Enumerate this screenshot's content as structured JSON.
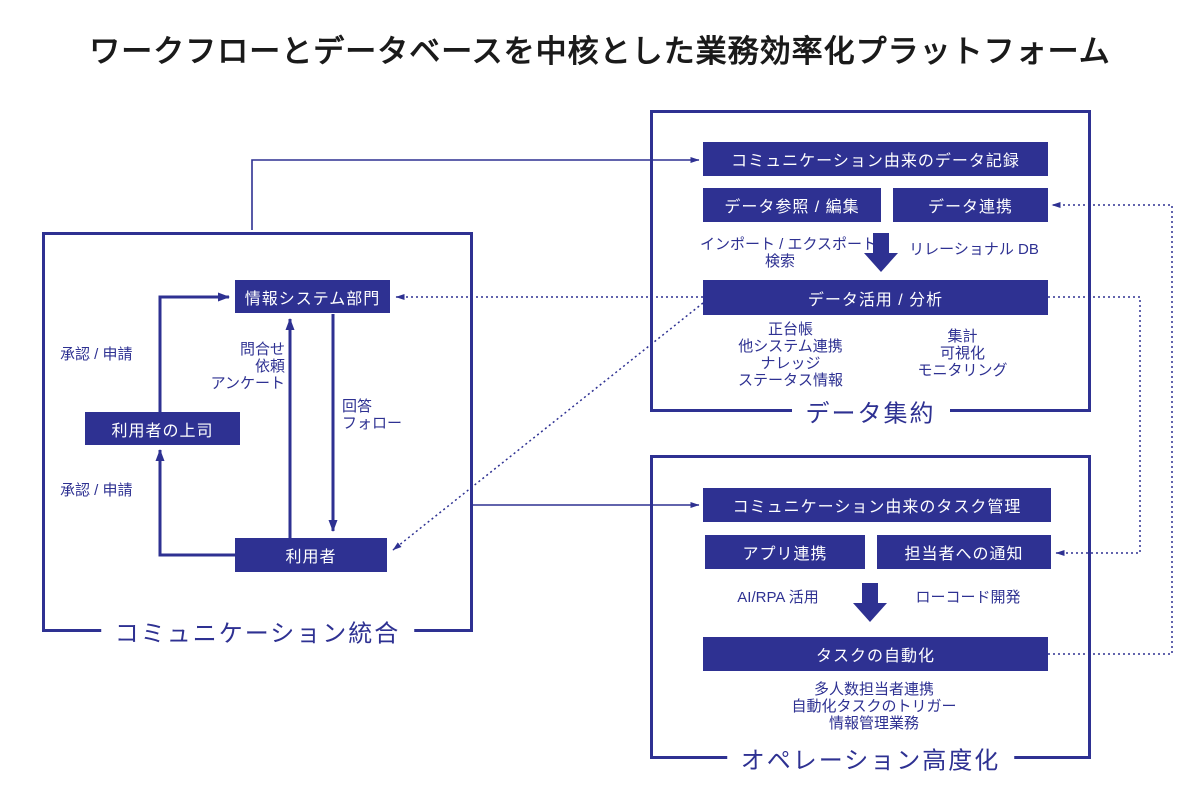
{
  "title": "ワークフローとデータベースを中核とした業務効率化プラットフォーム",
  "colors": {
    "primary": "#2e3192",
    "title_text": "#1a1a1a",
    "background": "#ffffff",
    "node_text": "#ffffff"
  },
  "communication": {
    "label": "コミュニケーション統合",
    "nodes": {
      "it_dept": "情報システム部門",
      "boss": "利用者の上司",
      "user": "利用者"
    },
    "edge_labels": {
      "approval_top": "承認 / 申請",
      "approval_bottom": "承認 / 申請",
      "inquiry": [
        "問合せ",
        "依頼",
        "アンケート"
      ],
      "response": [
        "回答",
        "フォロー"
      ]
    }
  },
  "data_agg": {
    "label": "データ集約",
    "record": "コミュニケーション由来のデータ記録",
    "ref_edit": "データ参照 / 編集",
    "linkage": "データ連携",
    "import_lines": [
      "インポート / エクスポート",
      "検索"
    ],
    "relational_db": "リレーショナル DB",
    "analysis": "データ活用 / 分析",
    "outputs_left": [
      "正台帳",
      "他システム連携",
      "ナレッジ",
      "ステータス情報"
    ],
    "outputs_right": [
      "集計",
      "可視化",
      "モニタリング"
    ]
  },
  "operation": {
    "label": "オペレーション高度化",
    "task_mgmt": "コミュニケーション由来のタスク管理",
    "app_link": "アプリ連携",
    "notify": "担当者への通知",
    "ai_rpa": "AI/RPA 活用",
    "low_code": "ローコード開発",
    "automation": "タスクの自動化",
    "outputs": [
      "多人数担当者連携",
      "自動化タスクのトリガー",
      "情報管理業務"
    ]
  }
}
